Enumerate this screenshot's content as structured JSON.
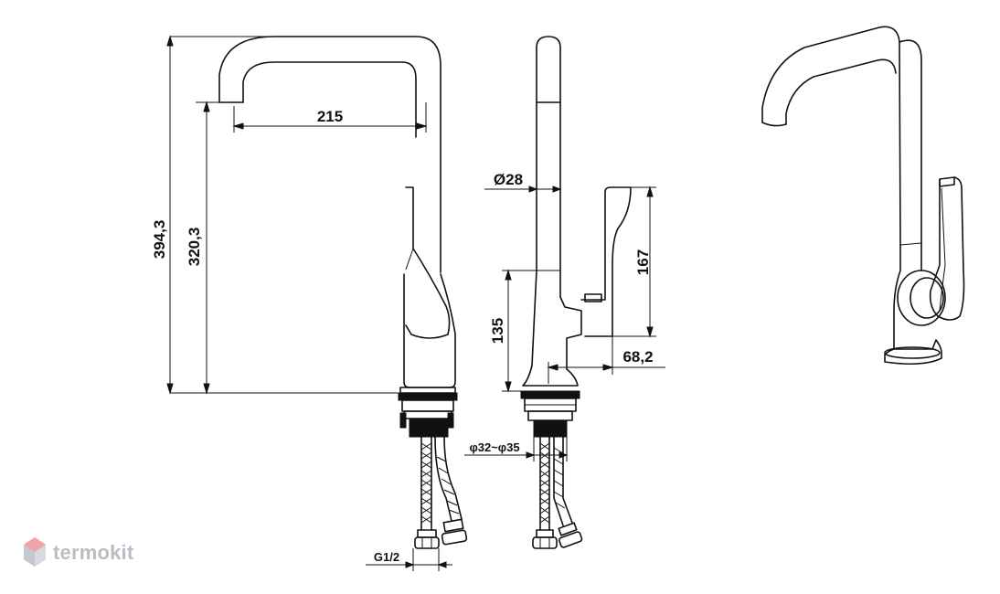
{
  "dimensions": {
    "total_height": "394,3",
    "spout_height": "320,3",
    "spout_reach": "215",
    "spout_diameter": "Ø28",
    "lever_length": "167",
    "body_height": "135",
    "lever_depth": "68,2",
    "mount_hole": "φ32~φ35",
    "thread": "G1/2"
  },
  "brand": {
    "name": "termokit",
    "color": "#b9bdc4",
    "accent": "#e8707a"
  }
}
